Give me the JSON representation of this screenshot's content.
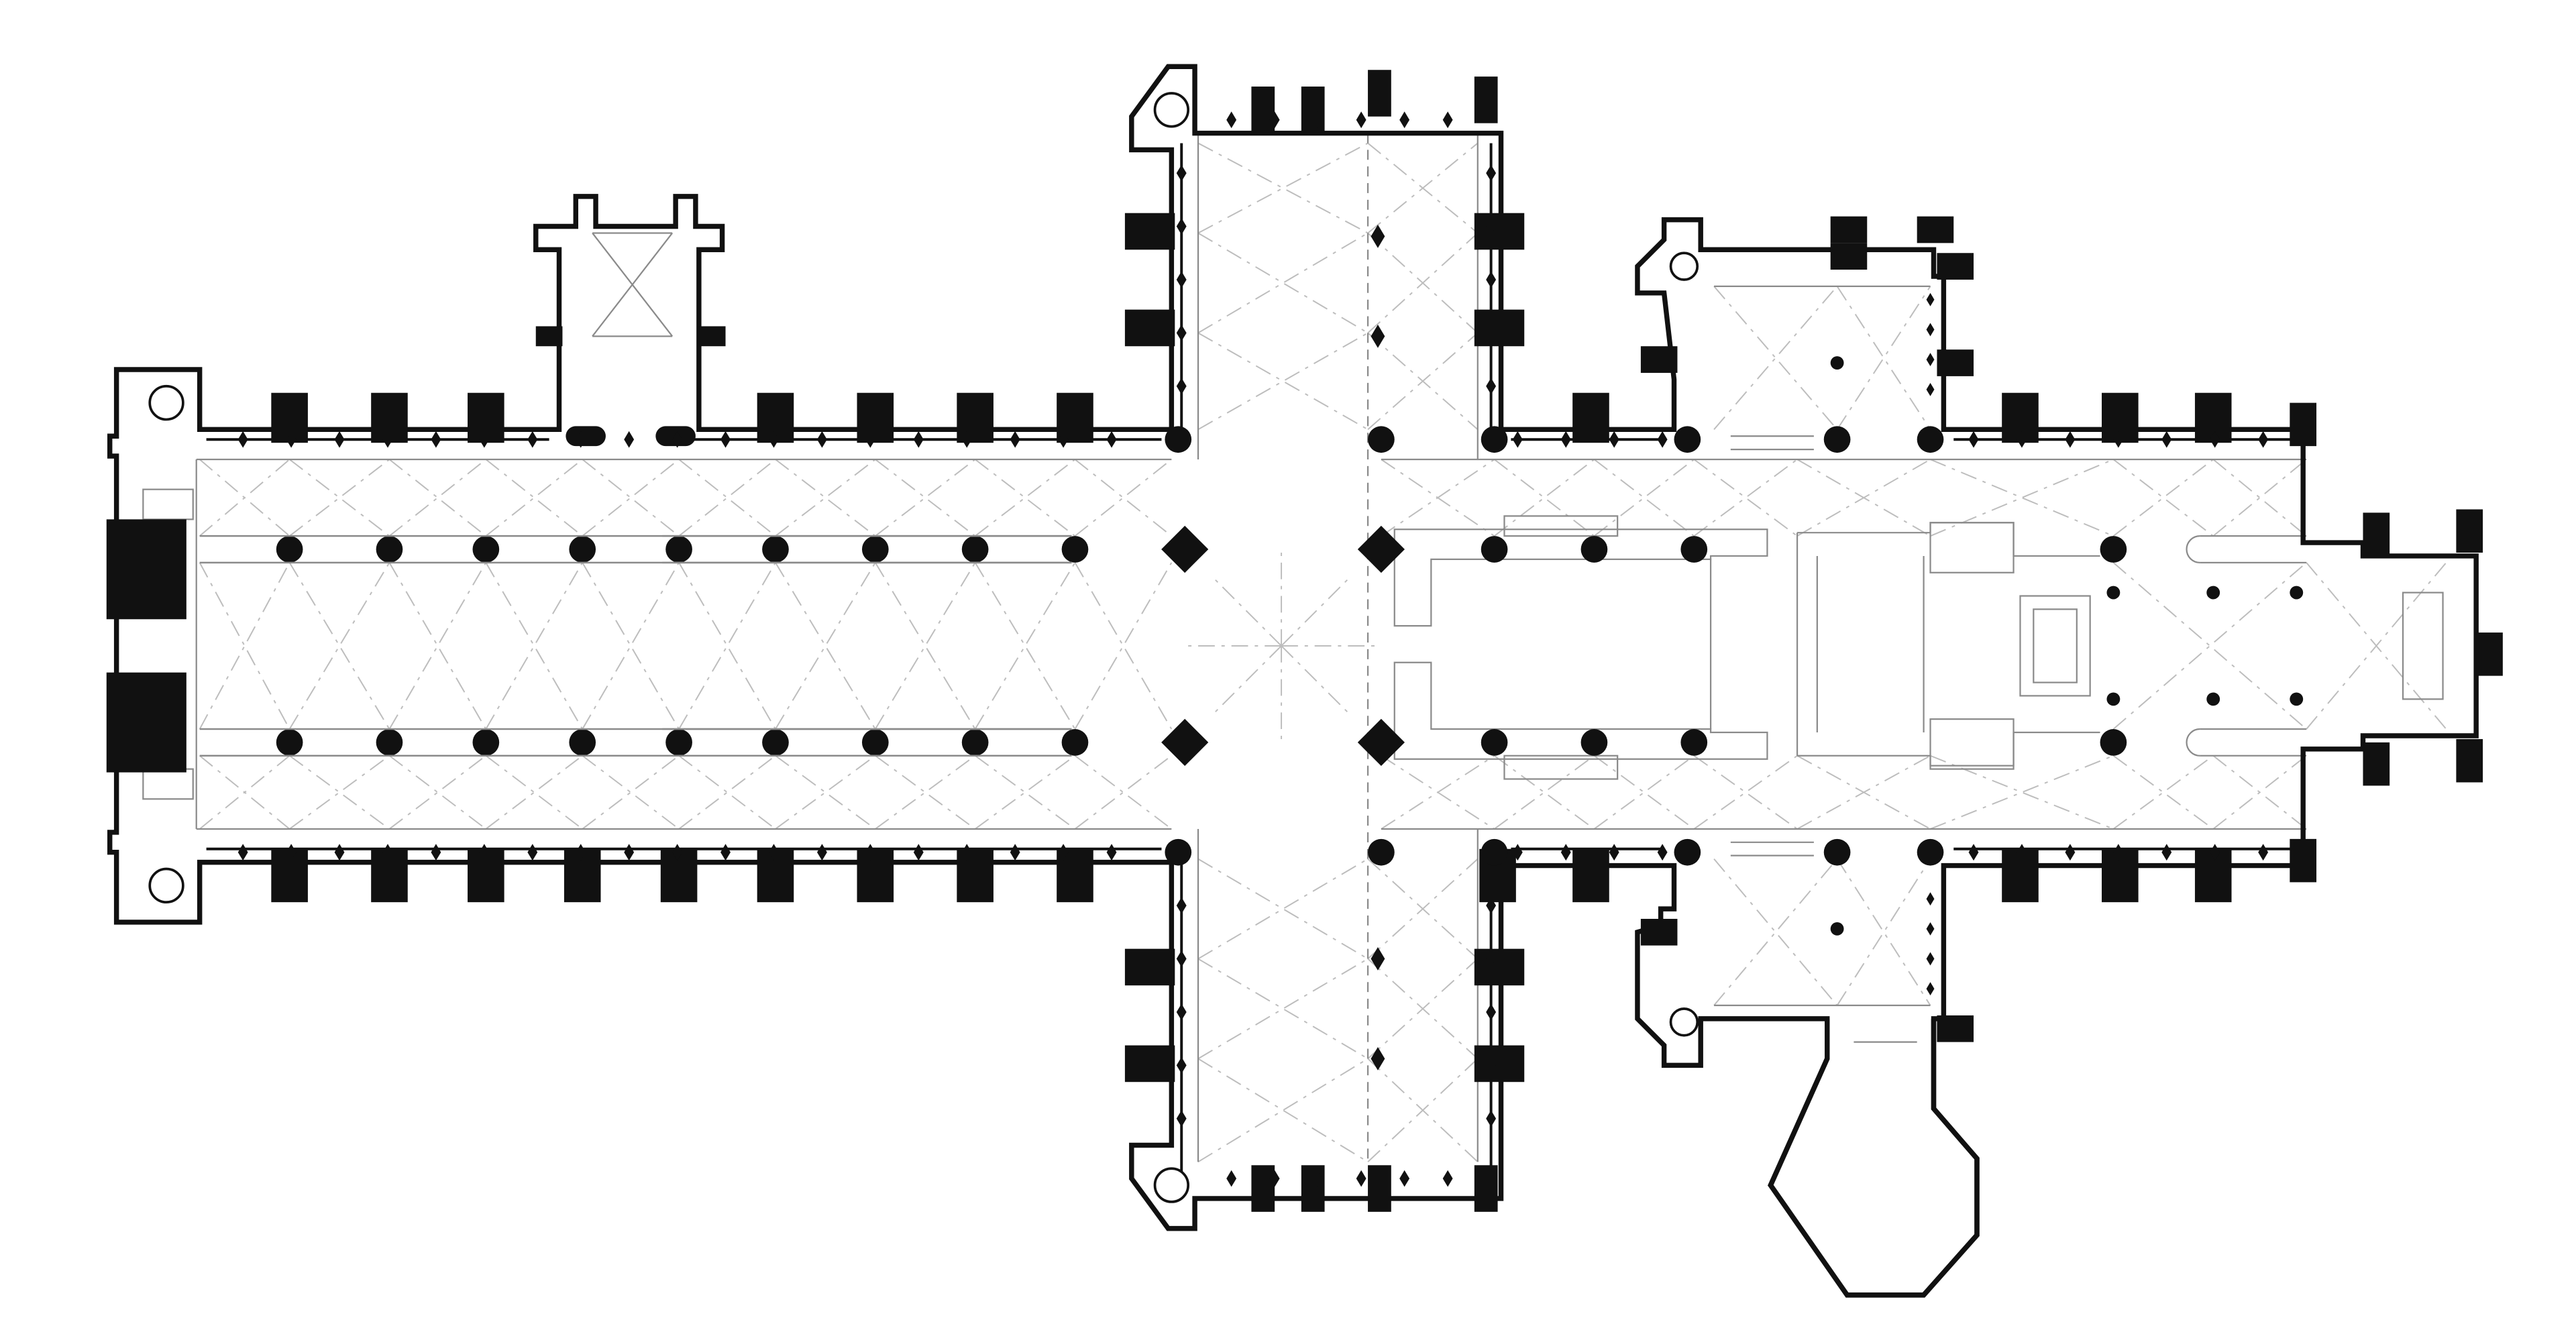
{
  "diagram": {
    "kind": "architectural-floor-plan",
    "colors": {
      "background": "#ffffff",
      "wall": "#111111",
      "solid": "#111111",
      "vault_line": "#bdbdbd",
      "floor_line": "#8a8a8a"
    },
    "elements": {
      "outer_wall": "outer-wall",
      "chapter_house": "chapter-house",
      "buttresses": "buttress",
      "nave_piers": "nave-pier",
      "crossing_piers": "crossing-pier",
      "wall_shafts": "wall-shaft",
      "vaulting": "vault-ribs"
    }
  }
}
